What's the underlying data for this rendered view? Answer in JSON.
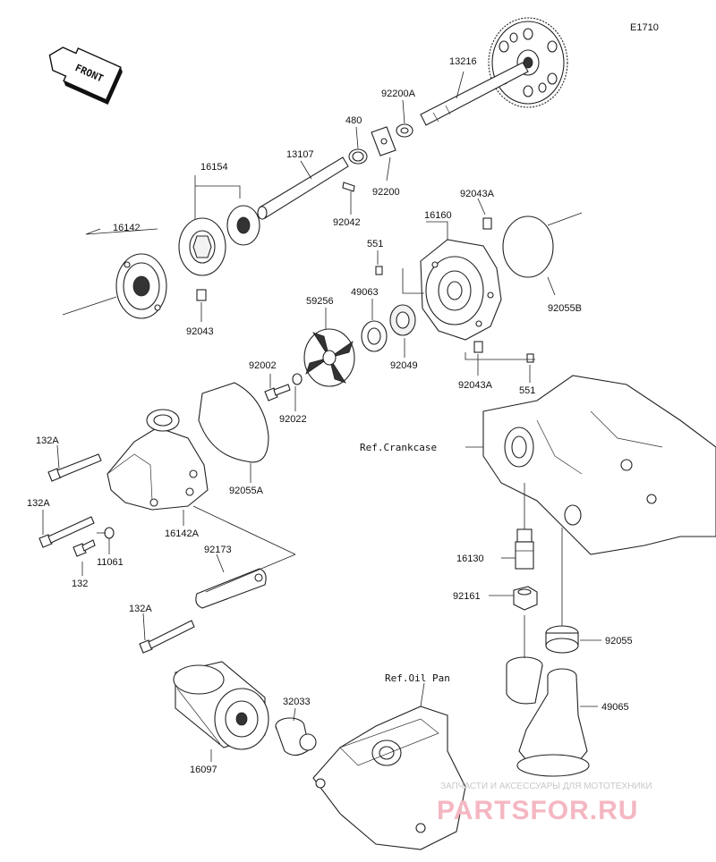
{
  "diagram_code": "E1710",
  "front_arrow": "FRONT",
  "references": {
    "crankcase": "Ref.Crankcase",
    "oil_pan": "Ref.Oil Pan"
  },
  "watermark": {
    "tagline": "ЗАПЧАСТИ И АКСЕССУАРЫ ДЛЯ МОТОТЕХНИКИ",
    "brand": "PARTSFOR.RU"
  },
  "parts": {
    "p13216": "13216",
    "p92200A": "92200A",
    "p480": "480",
    "p92200": "92200",
    "p13107": "13107",
    "p92042": "92042",
    "p16154": "16154",
    "p16142": "16142",
    "p92043": "92043",
    "p92043A_top": "92043A",
    "p16160": "16160",
    "p551_top": "551",
    "p49063": "49063",
    "p92055B": "92055B",
    "p59256": "59256",
    "p92049": "92049",
    "p92043A_bottom": "92043A",
    "p551_bottom": "551",
    "p92002": "92002",
    "p92022": "92022",
    "p132A_1": "132A",
    "p92055A": "92055A",
    "p132A_2": "132A",
    "p16142A": "16142A",
    "p11061": "11061",
    "p132": "132",
    "p92173": "92173",
    "p132A_3": "132A",
    "p16130": "16130",
    "p92161": "92161",
    "p92055": "92055",
    "p49065": "49065",
    "p32033": "32033",
    "p16097": "16097"
  }
}
